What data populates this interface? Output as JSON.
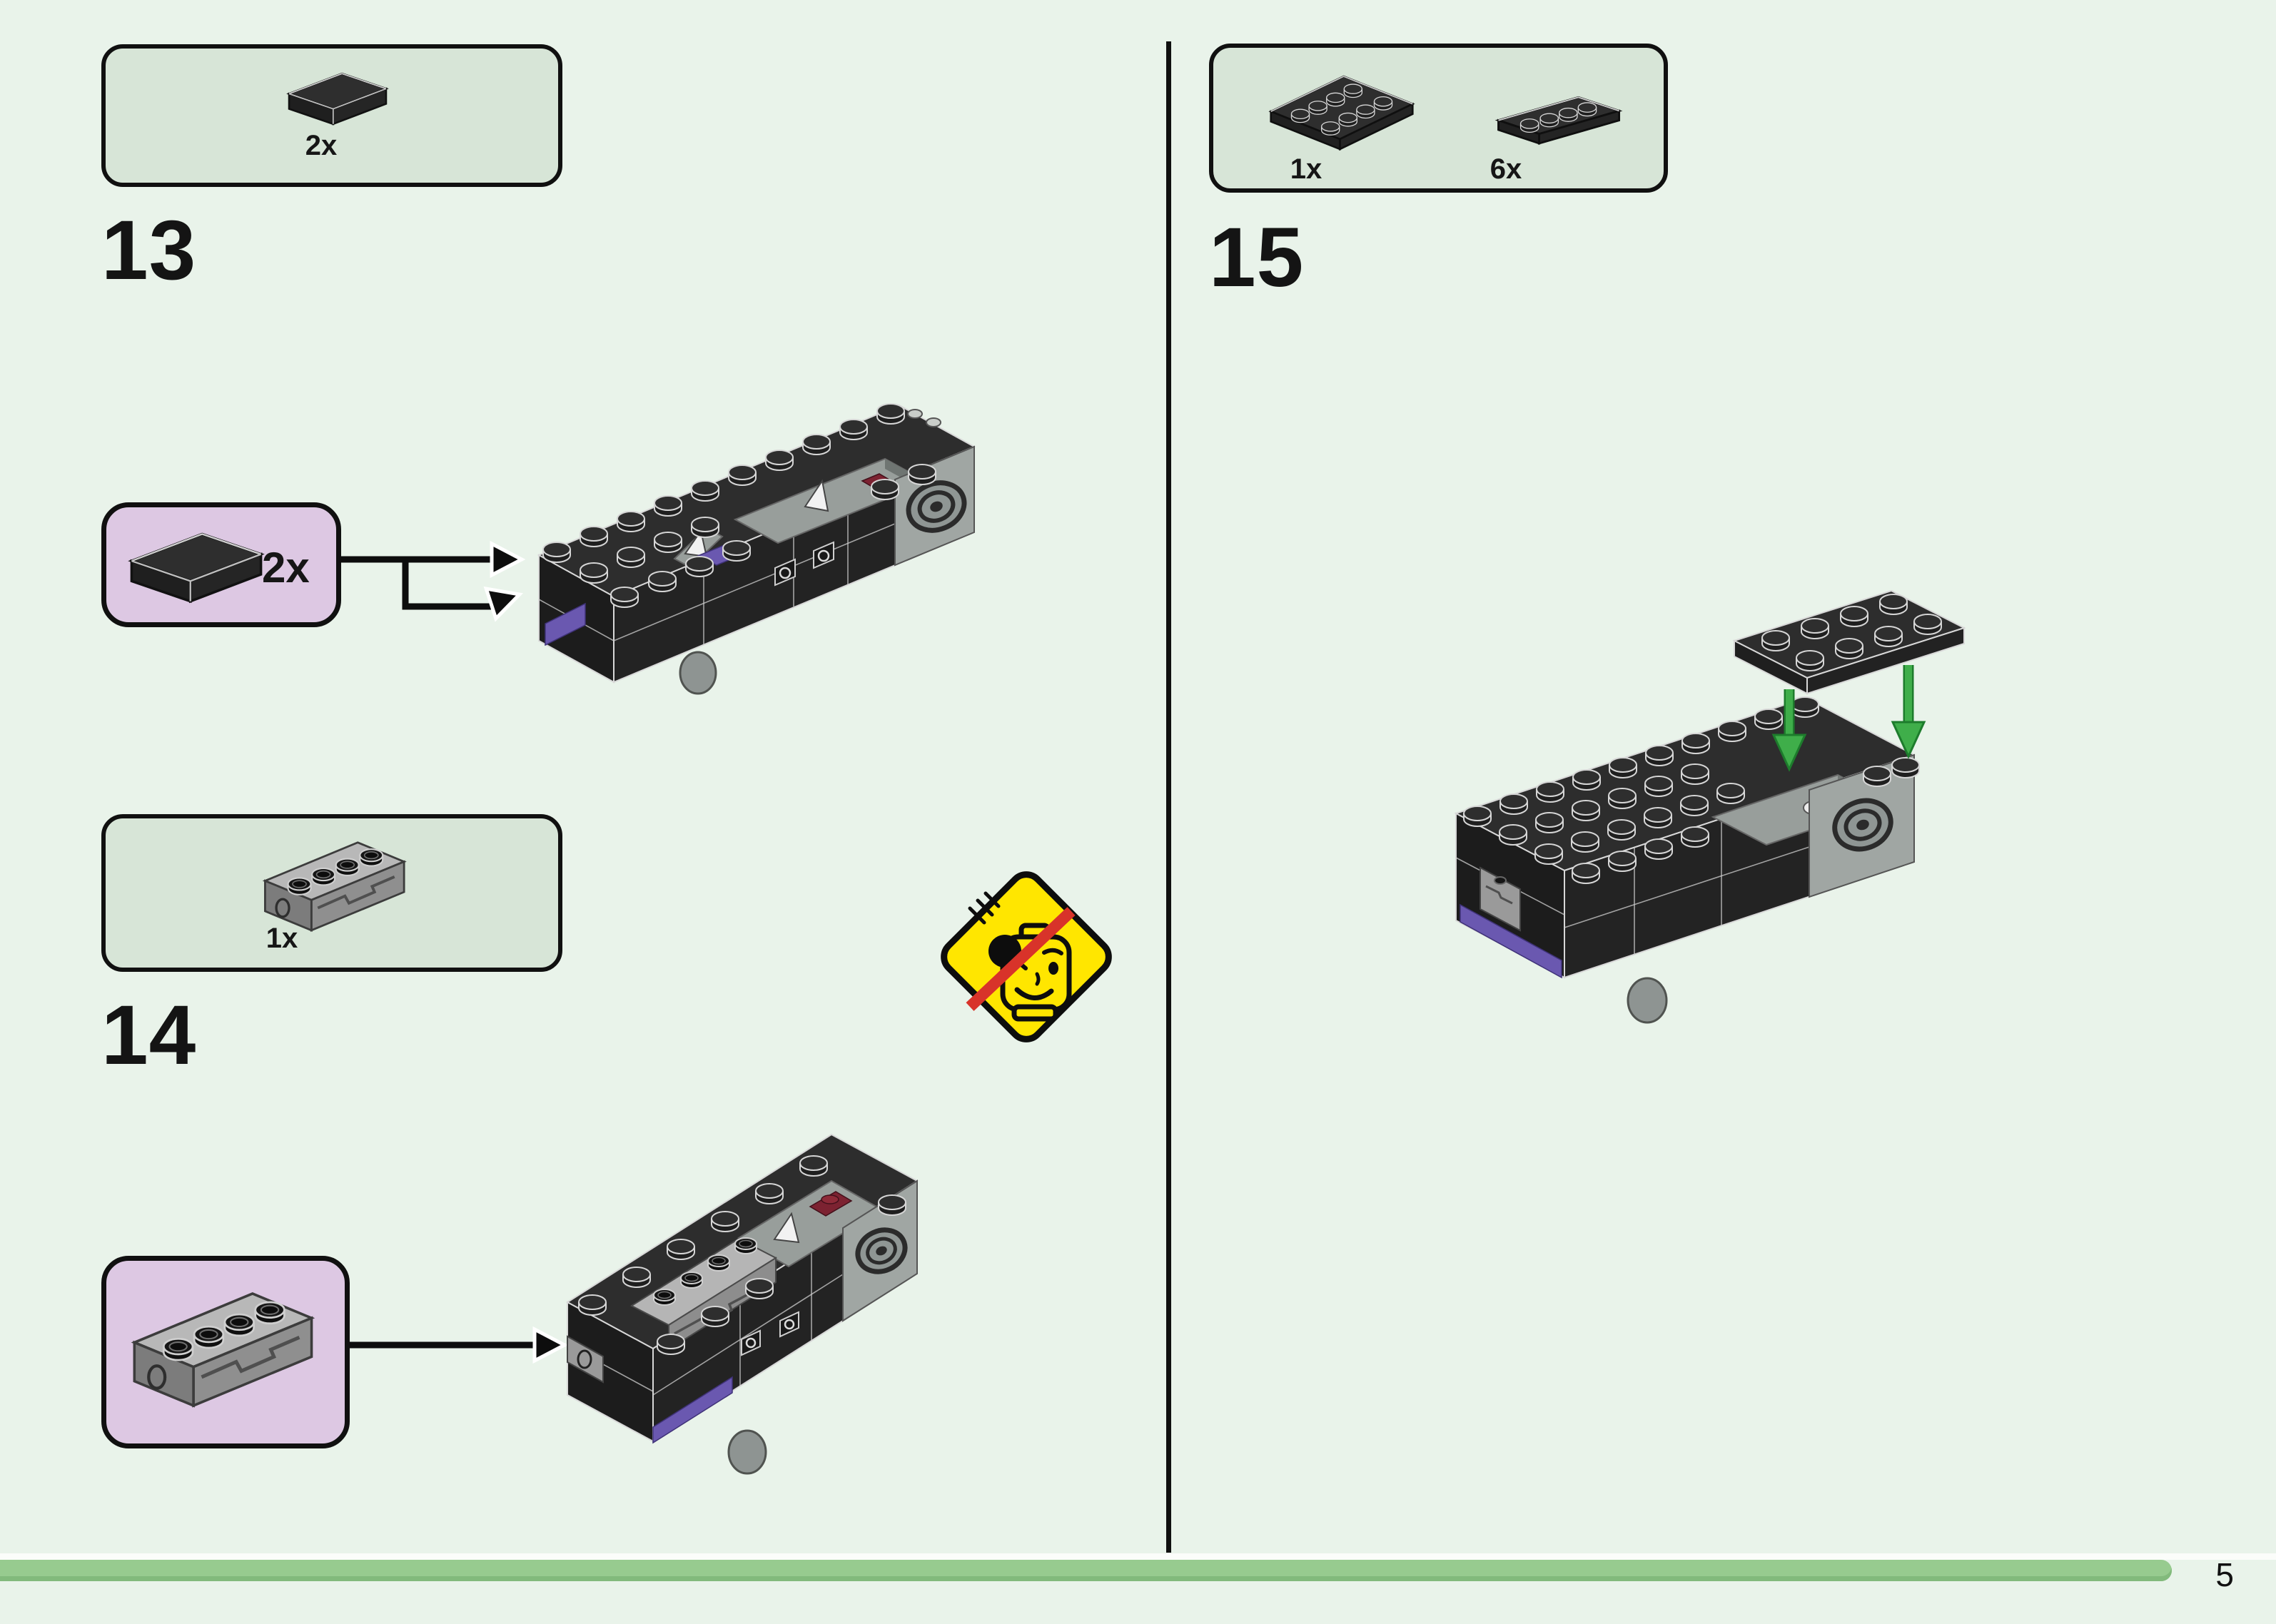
{
  "page": {
    "number": "5"
  },
  "steps": {
    "s13": {
      "number": "13",
      "parts": [
        {
          "count": "2x",
          "piece": "black-1x2-tile"
        }
      ],
      "callout": {
        "count": "2x",
        "piece": "black-1x2-tile"
      }
    },
    "s14": {
      "number": "14",
      "parts": [
        {
          "count": "1x",
          "piece": "light-gray-1x4-brick-with-black-studs"
        }
      ],
      "callout": {
        "piece": "light-gray-1x4-brick-with-black-studs"
      }
    },
    "s15": {
      "number": "15",
      "parts": [
        {
          "count": "1x",
          "piece": "black-2x4-plate"
        },
        {
          "count": "6x",
          "piece": "black-1x4-plate"
        }
      ]
    }
  },
  "warning": {
    "name": "falling-brick-warning",
    "sign_color": "#ffe600",
    "cross_color": "#d8332a"
  },
  "colors": {
    "page_bg": "#e9f3ea",
    "parts_box_bg": "#d7e5d7",
    "callout_bg": "#ddc8e3",
    "progress_bar": "#97cb8f",
    "divider": "#101010",
    "model_purple": "#6a58b0",
    "arrow_green": "#3fae4a"
  }
}
